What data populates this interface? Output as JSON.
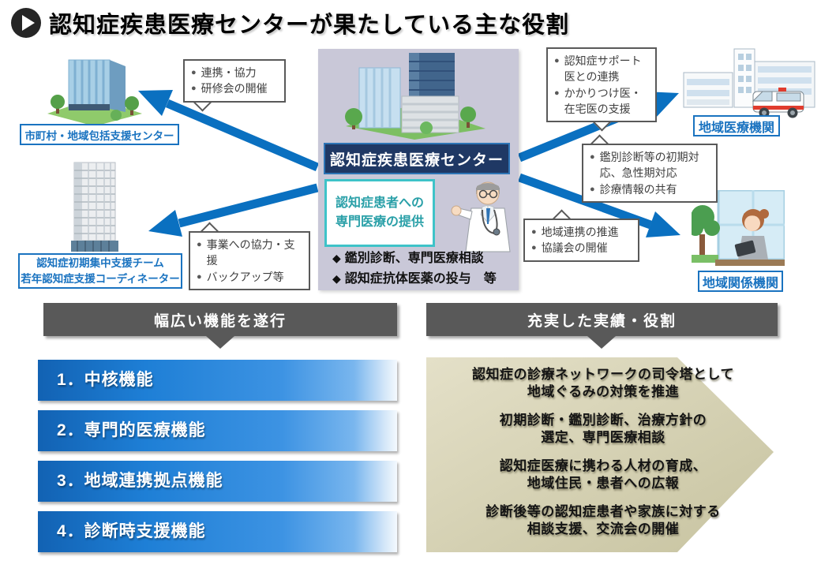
{
  "title": "認知症疾患医療センターが果たしている主な役割",
  "icons": {
    "bullet": "●",
    "diamond": "◆"
  },
  "colors": {
    "arrow_blue": "#0A70C0",
    "banner_navy": "#1F3864",
    "banner_border": "#2E75B6",
    "label_blue": "#1A73C0",
    "teal_accent": "#3EC3C8",
    "panel_gray": "#595959",
    "center_bg": "#C9C8D8",
    "chevron_beige": "#D5D1AE",
    "bar_blue": "#1E7FD6"
  },
  "center": {
    "banner": "認知症疾患医療センター",
    "highlight_line1": "認知症患者への",
    "highlight_line2": "専門医療の提供",
    "bullets": [
      "鑑別診断、専門医療相談",
      "認知症抗体医薬の投与　等"
    ]
  },
  "nodes": {
    "municipal": {
      "label": "市町村・地域包括支援センター"
    },
    "team": {
      "label1": "認知症初期集中支援チーム",
      "label2": "若年認知症支援コーディネーター"
    },
    "hospital": {
      "label": "地域医療機関"
    },
    "related": {
      "label": "地域関係機関"
    }
  },
  "callouts": {
    "municipal": [
      "連携・協力",
      "研修会の開催"
    ],
    "team": [
      "事業への協力・支援",
      "バックアップ等"
    ],
    "hospital": [
      "認知症サポート医との連携",
      "かかりつけ医・在宅医の支援"
    ],
    "acute": [
      "鑑別診断等の初期対応、急性期対応",
      "診療情報の共有"
    ],
    "related": [
      "地域連携の推進",
      "協議会の開催"
    ]
  },
  "functions_panel": {
    "header": "幅広い機能を遂行",
    "items": [
      "1．中核機能",
      "2．専門的医療機能",
      "3．地域連携拠点機能",
      "4．診断時支援機能"
    ]
  },
  "achievements_panel": {
    "header": "充実した実績・役割",
    "items": [
      {
        "line1": "認知症の診療ネットワークの司令塔として",
        "line2": "地域ぐるみの対策を推進"
      },
      {
        "line1": "初期診断・鑑別診断、治療方針の",
        "line2": "選定、専門医療相談"
      },
      {
        "line1": "認知症医療に携わる人材の育成、",
        "line2": "地域住民・患者への広報"
      },
      {
        "line1": "診断後等の認知症患者や家族に対する",
        "line2": "相談支援、交流会の開催"
      }
    ]
  }
}
